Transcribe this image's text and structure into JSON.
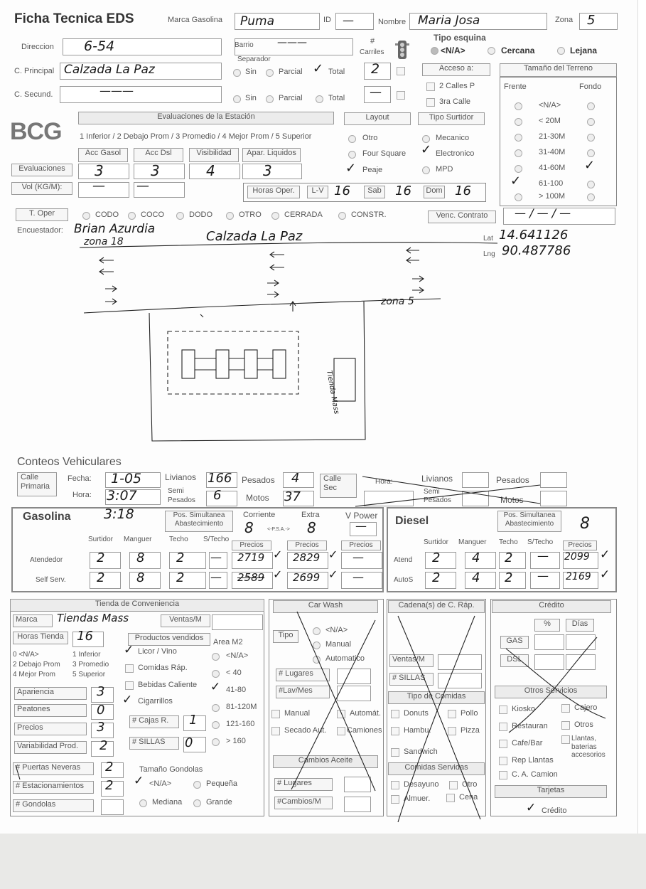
{
  "header": {
    "title": "Ficha Tecnica EDS",
    "marca_label": "Marca Gasolina",
    "marca_value": "Puma",
    "id_label": "ID",
    "id_value": "—",
    "nombre_label": "Nombre",
    "nombre_value": "Maria Josa",
    "zona_label": "Zona",
    "zona_value": "5"
  },
  "direccion": {
    "label": "Direccion",
    "value": "6-54",
    "barrio_label": "Barrio",
    "barrio_value": "———",
    "carriles_label_top": "#",
    "carriles_label": "Carriles",
    "separador_label": "Separador",
    "principal_label": "C. Principal",
    "principal_value": "Calzada La Paz",
    "secund_label": "C. Secund.",
    "secund_value": "———",
    "sin": "Sin",
    "parcial": "Parcial",
    "total": "Total",
    "carriles_principal": "2",
    "carriles_secund": "—"
  },
  "tipo_esquina": {
    "label": "Tipo esquina",
    "options": [
      "<N/A>",
      "Cercana",
      "Lejana"
    ]
  },
  "acceso": {
    "label": "Acceso a:",
    "opt1": "2 Calles P",
    "opt2": "3ra Calle"
  },
  "terreno": {
    "label": "Tamaño del Terreno",
    "frente": "Frente",
    "fondo": "Fondo",
    "options": [
      "<N/A>",
      "< 20M",
      "21-30M",
      "31-40M",
      "41-60M",
      "61-100",
      "> 100M"
    ]
  },
  "evaluaciones": {
    "bar": "Evaluaciones de la Estación",
    "scale": "1 Inferior / 2 Debajo Prom / 3 Promedio / 4 Mejor Prom / 5 Superior",
    "logo": "BCG",
    "cols": [
      "Acc Gasol",
      "Acc Dsl",
      "Visibilidad",
      "Apar. Liquidos"
    ],
    "row_label": "Evaluaciones",
    "values": [
      "3",
      "3",
      "4",
      "3"
    ],
    "vol_label": "Vol (KG/M):",
    "vol_values": [
      "—",
      "—"
    ]
  },
  "layout": {
    "label": "Layout",
    "options": [
      "Otro",
      "Four Square",
      "Peaje"
    ]
  },
  "surtidor": {
    "label": "Tipo Surtidor",
    "options": [
      "Mecanico",
      "Electronico",
      "MPD"
    ]
  },
  "horas": {
    "label": "Horas Oper.",
    "lv_label": "L-V",
    "lv": "16",
    "sab_label": "Sab",
    "sab": "16",
    "dom_label": "Dom",
    "dom": "16"
  },
  "operacion": {
    "label": "T. Oper",
    "options": [
      "CODO",
      "COCO",
      "DODO",
      "OTRO",
      "CERRADA",
      "CONSTR."
    ],
    "venc_label": "Venc. Contrato",
    "venc_value": "— / — / —"
  },
  "encuestador": {
    "label": "Encuestador:",
    "value": "Brian Azurdia"
  },
  "coords": {
    "lat_label": "Lat",
    "lat": "14.641126",
    "lng_label": "Lng",
    "lng": "90.487786"
  },
  "sketch": {
    "zona18": "zona 18",
    "street": "Calzada La Paz",
    "zona5": "zona 5",
    "store": "Tienda Mass"
  },
  "conteos": {
    "title": "Conteos Vehiculares",
    "calle_primaria": "Calle Primaria",
    "fecha_label": "Fecha:",
    "fecha": "1-05",
    "hora_label": "Hora:",
    "hora": "3:07",
    "livianos_label": "Livianos",
    "livianos": "166",
    "semi_label": "Semi Pesados",
    "semi": "6",
    "pesados_label": "Pesados",
    "pesados": "4",
    "motos_label": "Motos",
    "motos": "37",
    "calle_sec": "Calle Sec",
    "hora2_label": "Hora:",
    "livianos2_label": "Livianos",
    "pesados2_label": "Pesados",
    "semi2_label": "Semi Pesados",
    "motos2_label": "Motos"
  },
  "gasolina": {
    "title": "Gasolina",
    "time": "3:18",
    "pos_label": "Pos. Simultanea Abastecimiento",
    "corriente": "Corriente",
    "corriente_val": "8",
    "psa": "<-P.S.A.->",
    "extra": "Extra",
    "extra_val": "8",
    "vpower": "V Power",
    "vpower_val": "—",
    "precios": "Precios",
    "cols": [
      "Surtidor",
      "Manguer",
      "Techo",
      "S/Techo"
    ],
    "rows": [
      {
        "label": "Atendedor",
        "vals": [
          "2",
          "8",
          "2",
          "—"
        ],
        "p1": "2719",
        "p2": "2829",
        "p3": "—"
      },
      {
        "label": "Self Serv.",
        "vals": [
          "2",
          "8",
          "2",
          "—"
        ],
        "p1": "2589",
        "p2": "2699",
        "p3": "—"
      }
    ]
  },
  "diesel": {
    "title": "Diesel",
    "pos_label": "Pos. Simultanea Abastecimiento",
    "pos_val": "8",
    "cols": [
      "Surtidor",
      "Manguer",
      "Techo",
      "S/Techo"
    ],
    "precios": "Precios",
    "rows": [
      {
        "label": "Atend",
        "vals": [
          "2",
          "4",
          "2",
          "—"
        ],
        "price": "2099"
      },
      {
        "label": "AutoS",
        "vals": [
          "2",
          "4",
          "2",
          "—"
        ],
        "price": "2169"
      }
    ]
  },
  "tienda": {
    "bar": "Tienda de Conveniencia",
    "marca_label": "Marca",
    "marca": "Tiendas Mass",
    "ventas_label": "Ventas/M",
    "horas_label": "Horas Tienda",
    "horas": "16",
    "productos_label": "Productos vendidos",
    "area_label": "Area M2",
    "scale": [
      "0 <N/A>",
      "1 Inferior",
      "2 Debajo Prom",
      "3 Promedio",
      "4 Mejor Prom",
      "5 Superior"
    ],
    "productos": [
      "Licor / Vino",
      "Comidas Ráp.",
      "Bebidas Caliente",
      "Cigarrillos"
    ],
    "areas": [
      "<N/A>",
      "< 40",
      "41-80",
      "81-120M",
      "121-160",
      "> 160"
    ],
    "ratings": [
      {
        "label": "Apariencia",
        "value": "3"
      },
      {
        "label": "Peatones",
        "value": "0"
      },
      {
        "label": "Precios",
        "value": "3"
      },
      {
        "label": "Variabilidad Prod.",
        "value": "2"
      }
    ],
    "cajas_label": "# Cajas R.",
    "cajas": "1",
    "sillas_label": "# SILLAS",
    "sillas": "0",
    "puertas_label": "# Puertas Neveras",
    "puertas": "2",
    "estac_label": "# Estacionamientos",
    "estac": "2",
    "gondolas_label": "# Gondolas",
    "tam_label": "Tamaño Gondolas",
    "tam_opts": [
      "<N/A>",
      "Pequeña",
      "Mediana",
      "Grande"
    ]
  },
  "carwash": {
    "bar": "Car Wash",
    "tipo": "Tipo",
    "opts": [
      "<N/A>",
      "Manual",
      "Automatico"
    ],
    "lugares": "# Lugares",
    "lav": "#Lav/Mes",
    "checks": [
      "Manual",
      "Automát.",
      "Secado Aut.",
      "Camiones"
    ],
    "aceite_bar": "Cambios Aceite",
    "lugares2": "# Lugares",
    "cambios": "#Cambios/M"
  },
  "cadena": {
    "bar": "Cadena(s) de C. Ráp.",
    "ventas": "Ventas/M",
    "sillas": "# SILLAS",
    "tipo_bar": "Tipo de Comidas",
    "tipos": [
      "Donuts",
      "Pollo",
      "Hambu.",
      "Pizza",
      "Sandwich"
    ],
    "servidas_bar": "Comidas Servidas",
    "servidas": [
      "Desayuno",
      "Otro",
      "Almuer.",
      "Cena"
    ]
  },
  "credito": {
    "bar": "Crédito",
    "pct": "%",
    "dias": "Días",
    "gas": "GAS",
    "dsl": "DSL",
    "otros_bar": "Otros Servicios",
    "servicios": [
      "Kiosko",
      "Cajero",
      "Restauran",
      "Otros",
      "Cafe/Bar",
      "Llantas, baterias accesorios",
      "Rep Llantas",
      "C. A. Camion"
    ],
    "tarjetas_bar": "Tarjetas",
    "credito_opt": "Crédito"
  }
}
